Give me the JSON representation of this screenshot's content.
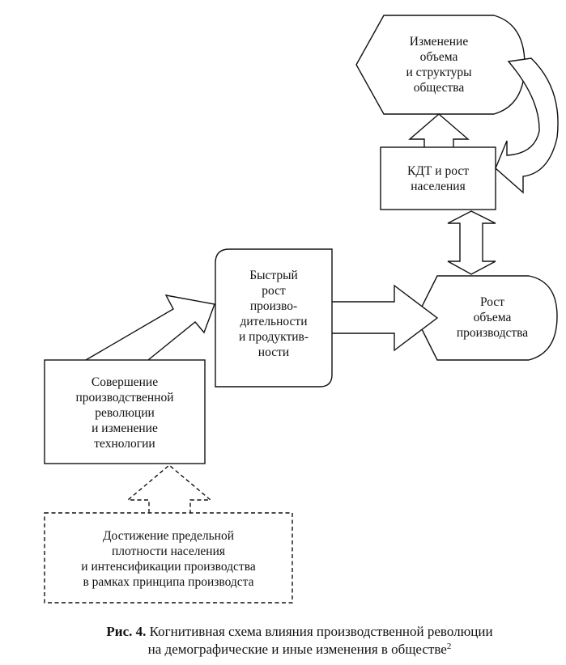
{
  "nodes": {
    "society_change": {
      "lines": [
        "Изменение",
        "объема",
        "и структуры",
        "общества"
      ]
    },
    "kdt_growth": {
      "lines": [
        "КДТ и рост",
        "населения"
      ]
    },
    "production_growth": {
      "lines": [
        "Рост",
        "объема",
        "производства"
      ]
    },
    "productivity_growth": {
      "lines": [
        "Быстрый",
        "рост",
        "произво-",
        "дительности",
        "и продуктив-",
        "ности"
      ]
    },
    "revolution": {
      "lines": [
        "Совершение",
        "производственной",
        "революции",
        "и изменение",
        "технологии"
      ]
    },
    "density_limit": {
      "lines": [
        "Достижение предельной",
        "плотности населения",
        "и интенсификации производства",
        "в рамках принципа производста"
      ]
    }
  },
  "caption": {
    "label": "Рис. 4.",
    "line1_rest": " Когнитивная схема влияния производственной революции",
    "line2": "на демографические и иные изменения в обществе",
    "footnote": "2"
  }
}
